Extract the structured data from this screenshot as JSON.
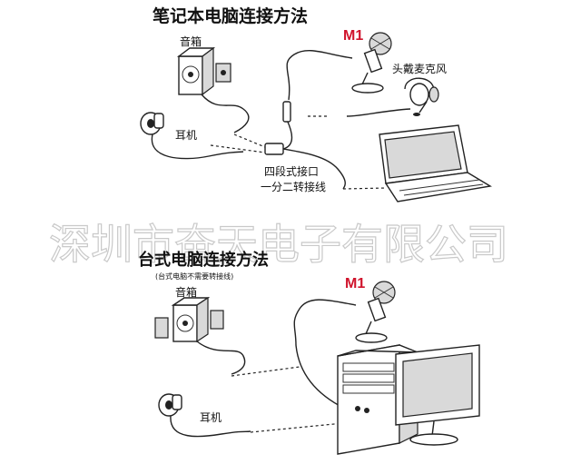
{
  "laptop_section": {
    "title": "笔记本电脑连接方法",
    "speaker_label": "音箱",
    "earphone_label": "耳机",
    "mic_label": "M1",
    "headset_label": "头戴麦克风",
    "adapter_label_line1": "四段式接口",
    "adapter_label_line2": "一分二转接线"
  },
  "watermark": "深圳市奋天电子有限公司",
  "desktop_section": {
    "title": "台式电脑连接方法",
    "subtitle": "(台式电脑不需要转接线)",
    "speaker_label": "音箱",
    "earphone_label": "耳机",
    "mic_label": "M1"
  },
  "icons": [
    "speaker-icon",
    "earphone-icon",
    "microphone-icon",
    "headset-icon",
    "laptop-icon",
    "adapter-cable-icon",
    "pc-tower-icon",
    "monitor-icon"
  ]
}
